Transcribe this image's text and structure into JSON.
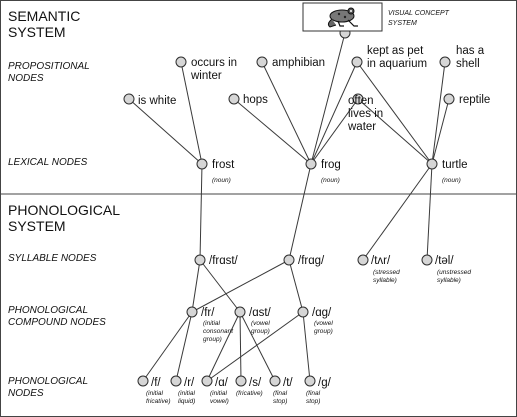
{
  "systems": {
    "semantic": [
      "SEMANTIC",
      "SYSTEM"
    ],
    "phonological": [
      "PHONOLOGICAL",
      "SYSTEM"
    ]
  },
  "levels": {
    "propositional": [
      "PROPOSITIONAL",
      "NODES"
    ],
    "lexical": [
      "LEXICAL NODES"
    ],
    "syllable": [
      "SYLLABLE NODES"
    ],
    "compound": [
      "PHONOLOGICAL",
      "COMPOUND NODES"
    ],
    "phonological": [
      "PHONOLOGICAL",
      "NODES"
    ]
  },
  "visual_concept": [
    "VISUAL CONCEPT",
    "SYSTEM"
  ],
  "nodes": {
    "is_white": {
      "label": [
        "is white"
      ]
    },
    "occurs_in_winter": {
      "label": [
        "occurs in",
        "winter"
      ]
    },
    "hops": {
      "label": [
        "hops"
      ]
    },
    "amphibian": {
      "label": [
        "amphibian"
      ]
    },
    "kept_as_pet": {
      "label": [
        "kept as pet",
        "in aquarium"
      ]
    },
    "has_shell": {
      "label": [
        "has a",
        "shell"
      ]
    },
    "reptile": {
      "label": [
        "reptile"
      ]
    },
    "often_lives": {
      "label": [
        "often",
        "lives in",
        "water"
      ]
    },
    "frost": {
      "label": [
        "frost"
      ],
      "sub": [
        "(noun)"
      ]
    },
    "frog": {
      "label": [
        "frog"
      ],
      "sub": [
        "(noun)"
      ]
    },
    "turtle": {
      "label": [
        "turtle"
      ],
      "sub": [
        "(noun)"
      ]
    },
    "frast": {
      "label": [
        "/frɑst/"
      ]
    },
    "frag": {
      "label": [
        "/frɑg/"
      ]
    },
    "tar": {
      "label": [
        "/tʌr/"
      ],
      "sub": [
        "(stressed",
        "syllable)"
      ]
    },
    "tal": {
      "label": [
        "/təl/"
      ],
      "sub": [
        "(unstressed",
        "syllable)"
      ]
    },
    "fr": {
      "label": [
        "/fr/"
      ],
      "sub": [
        "(initial",
        "consonant",
        "group)"
      ]
    },
    "ast": {
      "label": [
        "/ɑst/"
      ],
      "sub": [
        "(vowel",
        "group)"
      ]
    },
    "ag": {
      "label": [
        "/ɑg/"
      ],
      "sub": [
        "(vowel",
        "group)"
      ]
    },
    "f": {
      "label": [
        "/f/"
      ],
      "sub": [
        "(initial",
        "fricative)"
      ]
    },
    "r": {
      "label": [
        "/r/"
      ],
      "sub": [
        "(initial",
        "liquid)"
      ]
    },
    "a": {
      "label": [
        "/ɑ/"
      ],
      "sub": [
        "(initial",
        "vowel)"
      ]
    },
    "s": {
      "label": [
        "/s/"
      ],
      "sub": [
        "(fricative)"
      ]
    },
    "t": {
      "label": [
        "/t/"
      ],
      "sub": [
        "(final",
        "stop)"
      ]
    },
    "g": {
      "label": [
        "/g/"
      ],
      "sub": [
        "(final",
        "stop)"
      ]
    }
  },
  "edges": [
    [
      "frost",
      "is_white"
    ],
    [
      "frost",
      "occurs_in_winter"
    ],
    [
      "frog",
      "hops"
    ],
    [
      "frog",
      "amphibian"
    ],
    [
      "frog",
      "kept_as_pet"
    ],
    [
      "frog",
      "often_lives"
    ],
    [
      "frog",
      "vc_node"
    ],
    [
      "turtle",
      "kept_as_pet"
    ],
    [
      "turtle",
      "has_shell"
    ],
    [
      "turtle",
      "reptile"
    ],
    [
      "turtle",
      "often_lives"
    ],
    [
      "turtle",
      "tar"
    ],
    [
      "turtle",
      "tal"
    ],
    [
      "frost",
      "frast"
    ],
    [
      "frog",
      "frag"
    ],
    [
      "frast",
      "fr"
    ],
    [
      "frast",
      "ast"
    ],
    [
      "frag",
      "fr"
    ],
    [
      "frag",
      "ag"
    ],
    [
      "fr",
      "f"
    ],
    [
      "fr",
      "r"
    ],
    [
      "ast",
      "a"
    ],
    [
      "ast",
      "s"
    ],
    [
      "ast",
      "t"
    ],
    [
      "ag",
      "a"
    ],
    [
      "ag",
      "g"
    ]
  ]
}
